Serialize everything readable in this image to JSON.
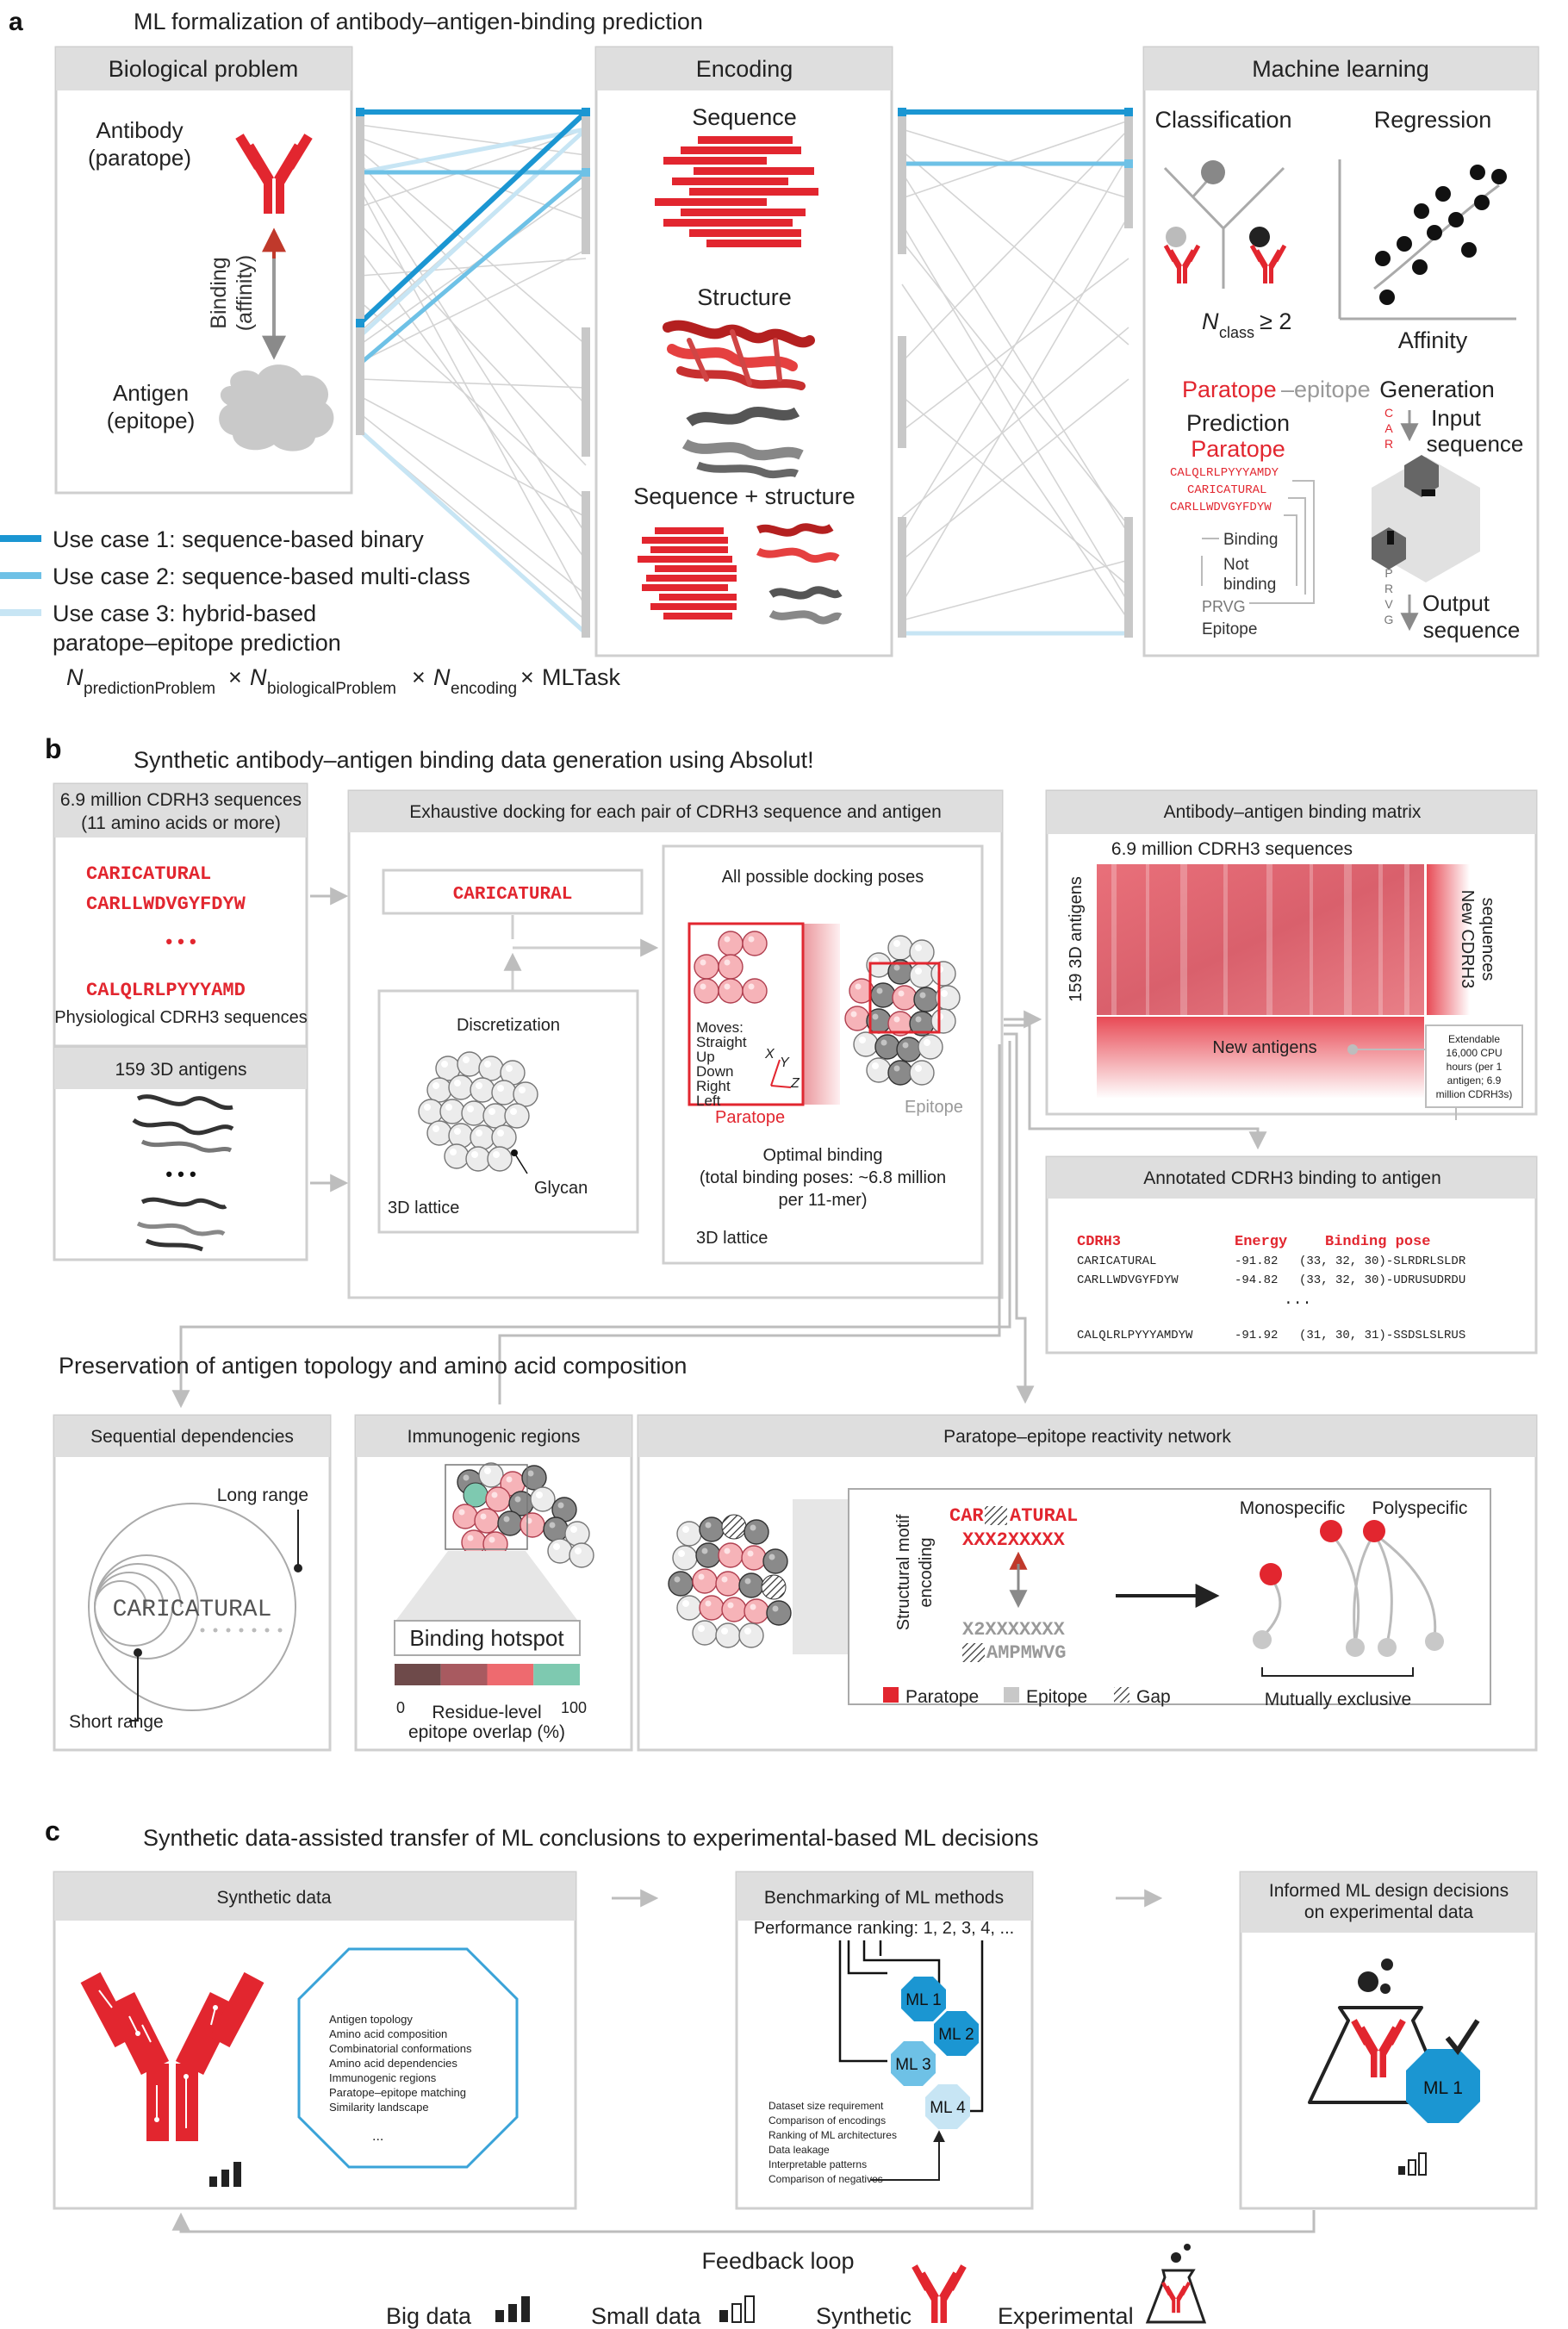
{
  "panel_a": {
    "letter": "a",
    "title": "ML formalization of antibody–antigen-binding prediction",
    "bio": {
      "header": "Biological problem",
      "antibody": [
        "Antibody",
        "(paratope)"
      ],
      "binding": [
        "Binding",
        "(affinity)"
      ],
      "antigen": [
        "Antigen",
        "(epitope)"
      ]
    },
    "encoding": {
      "header": "Encoding",
      "sequence": "Sequence",
      "structure": "Structure",
      "seq_struct": "Sequence + structure"
    },
    "ml": {
      "header": "Machine learning",
      "classification": "Classification",
      "regression": "Regression",
      "n_class_main": "N",
      "n_class_sub": "class",
      "n_class_rel": "≥ 2",
      "affinity": "Affinity",
      "pe_paratope": "Paratope",
      "pe_epitope": "–epitope",
      "prediction": "Prediction",
      "paratope": "Paratope",
      "seqs": [
        "CALQLRLPYYYAMDY",
        "CARICATURAL",
        "CARLLWDVGYFDYW"
      ],
      "binding": "Binding",
      "not_binding": [
        "Not",
        "binding"
      ],
      "prvg": "PRVG",
      "epitope": "Epitope",
      "generation": "Generation",
      "input_sequence": [
        "Input",
        "sequence"
      ],
      "output_sequence": [
        "Output",
        "sequence"
      ],
      "car_letters": [
        "C",
        "A",
        "R"
      ],
      "prvg_letters": [
        "P",
        "R",
        "V",
        "G"
      ]
    },
    "legend": {
      "uc1": "Use case 1: sequence-based binary",
      "uc2": "Use case 2: sequence-based multi-class",
      "uc3_line1": "Use case 3: hybrid-based",
      "uc3_line2": "paratope–epitope prediction",
      "colors": [
        "#1b96d2",
        "#6ec1e6",
        "#c7e5f4"
      ]
    },
    "formula": {
      "n": "N",
      "sub1": "predictionProblem",
      "sub2": "biologicalProblem",
      "sub3": "encoding",
      "times": "×",
      "tail": "MLTask"
    }
  },
  "panel_b": {
    "letter": "b",
    "title": "Synthetic antibody–antigen binding data generation using Absolut!",
    "cdrh3_header_line1": "6.9 million CDRH3 sequences",
    "cdrh3_header_line2": "(11 amino acids or more)",
    "cdrh3_list": [
      "CARICATURAL",
      "CARLLWDVGYFDYW"
    ],
    "dots": "• • •",
    "cdrh3_last": "CALQLRLPYYYAMD",
    "physio": "Physiological CDRH3 sequences",
    "antigens_header": "159 3D antigens",
    "docking_header": "Exhaustive docking for each pair of CDRH3 sequence and antigen",
    "docking_seq": "CARICATURAL",
    "discretization": "Discretization",
    "lattice_3d": "3D lattice",
    "glycan": "Glycan",
    "all_poses": "All possible docking poses",
    "moves": [
      "Moves:",
      "Straight",
      "Up",
      "Down",
      "Right",
      "Left"
    ],
    "axes": [
      "X",
      "Y",
      "Z"
    ],
    "paratope": "Paratope",
    "epitope": "Epitope",
    "optimal": [
      "Optimal binding",
      "(total binding poses: ~6.8 million",
      "per 11-mer)"
    ],
    "lattice_3d_b": "3D lattice",
    "matrix_header": "Antibody–antigen binding matrix",
    "matrix_top": "6.9 million CDRH3 sequences",
    "matrix_left": "159 3D antigens",
    "new_cdrh3": [
      "New CDRH3",
      "sequences"
    ],
    "new_antigens": "New antigens",
    "extendable": [
      "Extendable",
      "16,000 CPU",
      "hours (per 1",
      "antigen; 6.9",
      "million CDRH3s)"
    ],
    "annot_header": "Annotated CDRH3 binding to antigen",
    "annot_cols": [
      "CDRH3",
      "Energy",
      "Binding pose"
    ],
    "annot_rows": [
      [
        "CARICATURAL",
        "-91.82",
        "(33, 32, 30)-SLRDRLSLDR"
      ],
      [
        "CARLLWDVGYFDYW",
        "-94.82",
        "(33, 32, 30)-UDRUSUDRDU"
      ],
      [
        "CALQLRLPYYYAMDYW",
        "-91.92",
        "(31, 30, 31)-SSDSLSLRUS"
      ]
    ],
    "annot_ellipsis": "...",
    "preservation": "Preservation of antigen topology and amino acid composition",
    "seqdep_header": "Sequential dependencies",
    "long_range": "Long range",
    "short_range": "Short range",
    "caricatural": "CARICATURAL",
    "immuno_header": "Immunogenic regions",
    "binding_hotspot": "Binding hotspot",
    "hotspot_colors": [
      "#6e4a4a",
      "#a85a60",
      "#ee6a6f",
      "#7ec9b0"
    ],
    "hotspot_min": "0",
    "hotspot_max": "100",
    "residue_overlap": [
      "Residue-level",
      "epitope overlap (%)"
    ],
    "network_header": "Paratope–epitope reactivity network",
    "motif_label": [
      "Structural motif",
      "encoding"
    ],
    "motif_par1": "CAR",
    "motif_par2": "ATURAL",
    "motif_code1": "XXX2XXXXX",
    "motif_code2": "X2XXXXXXX",
    "motif_epi2": "AMPMWVG",
    "monospecific": "Monospecific",
    "polyspecific": "Polyspecific",
    "mutually_exclusive": "Mutually exclusive",
    "legend_paratope": "Paratope",
    "legend_epitope": "Epitope",
    "legend_gap": "Gap"
  },
  "panel_c": {
    "letter": "c",
    "title": "Synthetic data-assisted transfer of ML conclusions to experimental-based ML decisions",
    "synthetic_header": "Synthetic data",
    "synthetic_list": [
      "Antigen topology",
      "Amino acid composition",
      "Combinatorial conformations",
      "Amino acid dependencies",
      "Immunogenic regions",
      "Paratope–epitope matching",
      "Similarity landscape"
    ],
    "synthetic_ellipsis": "...",
    "bench_header": "Benchmarking of ML methods",
    "ranking": "Performance ranking: 1, 2, 3, 4, ...",
    "ml_labels": [
      "ML 1",
      "ML 2",
      "ML 3",
      "ML 4"
    ],
    "bench_list": [
      "Dataset size requirement",
      "Comparison of encodings",
      "Ranking of ML architectures",
      "Data leakage",
      "Interpretable patterns",
      "Comparison of negatives"
    ],
    "informed_line1": "Informed ML design decisions",
    "informed_line2": "on experimental data",
    "ml1": "ML 1",
    "feedback": "Feedback loop",
    "legend": {
      "big_data": "Big data",
      "small_data": "Small data",
      "synthetic": "Synthetic",
      "experimental": "Experimental"
    }
  }
}
